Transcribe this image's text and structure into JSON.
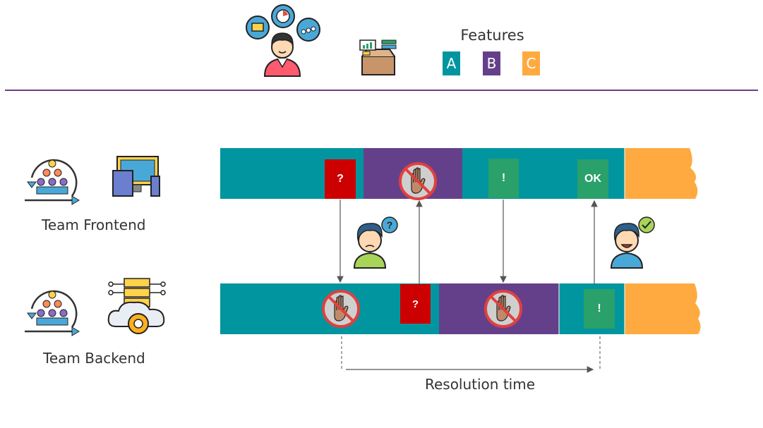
{
  "legend": {
    "title": "Features",
    "items": [
      {
        "label": "A",
        "color": "#00959f"
      },
      {
        "label": "B",
        "color": "#65408a"
      },
      {
        "label": "C",
        "color": "#ffaa40"
      }
    ]
  },
  "teams": {
    "frontend": {
      "label": "Team Frontend",
      "markers": {
        "question": "?",
        "exclamation": "!",
        "ok": "OK"
      }
    },
    "backend": {
      "label": "Team Backend",
      "markers": {
        "question": "?",
        "exclamation": "!"
      }
    }
  },
  "resolution": {
    "label": "Resolution time"
  },
  "colors": {
    "divider": "#6a3d8a",
    "blocked_red": "#c0392b",
    "question_red": "#cc0000",
    "ok_green": "#2aa06a"
  }
}
